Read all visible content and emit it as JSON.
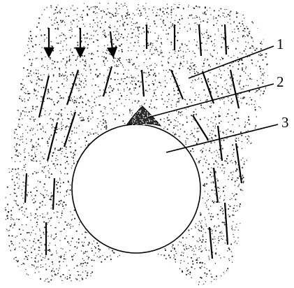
{
  "diagram": {
    "labels": [
      "1",
      "2",
      "3"
    ],
    "colors": {
      "ink": "#000000",
      "background": "#ffffff",
      "speckle": "#1a1a1a"
    }
  }
}
